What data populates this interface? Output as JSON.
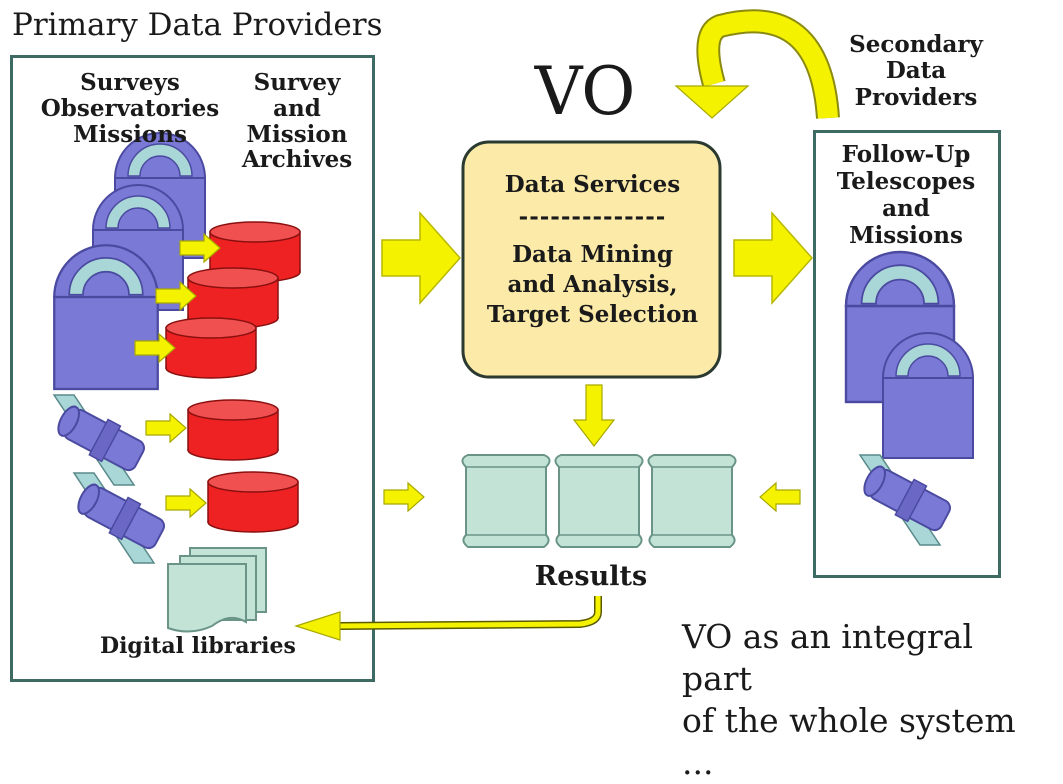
{
  "primary": {
    "title": "Primary Data Providers",
    "col1": [
      "Surveys",
      "Observatories",
      "Missions"
    ],
    "col2": [
      "Survey",
      "and",
      "Mission",
      "Archives"
    ],
    "libraries": "Digital libraries"
  },
  "vo": {
    "title": "VO",
    "services": "Data Services",
    "divider": "--------------",
    "mining": [
      "Data Mining",
      "and Analysis,",
      "Target Selection"
    ]
  },
  "secondary": {
    "title": [
      "Secondary",
      "Data",
      "Providers"
    ],
    "followup": [
      "Follow-Up",
      "Telescopes",
      "and",
      "Missions"
    ]
  },
  "results": {
    "label": "Results"
  },
  "caption": [
    "VO as an integral part",
    "of the whole system ..."
  ],
  "colors": {
    "frame": "#3d6a63",
    "observatory": "#7b79d6",
    "dome": "#a9d6d6",
    "archive": "#ee2222",
    "arrow": "#f5f200",
    "vo_box": "#fbeaa8",
    "scroll": "#c3e3d6"
  }
}
